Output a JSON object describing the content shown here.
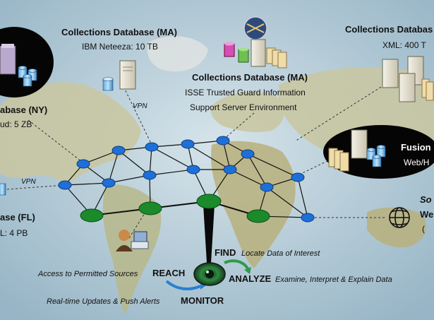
{
  "databases": {
    "ma_ibm": {
      "title": "Collections Database (MA)",
      "subtitle": "IBM Neteeza: 10 TB"
    },
    "ma_isse": {
      "title": "Collections Database (MA)",
      "line1": "ISSE Trusted Guard Information",
      "line2": "Support Server Environment"
    },
    "xml": {
      "title": "Collections Databas",
      "subtitle": "XML: 400 T"
    },
    "ny": {
      "title": "abase (NY)",
      "subtitle": "ud: 5 ZB"
    },
    "fl": {
      "title": "ase (FL)",
      "subtitle": "L: 4 PB"
    },
    "fusion": {
      "title": "Fusion",
      "subtitle": "Web/H"
    },
    "social": {
      "title": "So",
      "line1": "We",
      "line2": "("
    }
  },
  "links": {
    "vpn_top": "VPN",
    "vpn_left": "VPN"
  },
  "cycle": {
    "find": "FIND",
    "find_desc": "Locate Data of Interest",
    "reach": "REACH",
    "reach_desc": "Access to Permitted Sources",
    "analyze": "ANALYZE",
    "analyze_desc": "Examine, Interpret & Explain Data",
    "monitor": "MONITOR",
    "monitor_desc": "Real-time Updates & Push Alerts"
  },
  "colors": {
    "blue_node": "#1e6fd8",
    "green_node": "#1a8a2a",
    "ocean": "#b9d0dc",
    "land": "#c8c9a6",
    "accent_arrow_blue": "#2a7fd0",
    "accent_arrow_green": "#2f9a4a"
  },
  "icons": [
    "server-icon",
    "database-cylinder-icon",
    "user-workstation-icon",
    "globe-icon",
    "folder-stack-icon",
    "satellite-icon"
  ]
}
